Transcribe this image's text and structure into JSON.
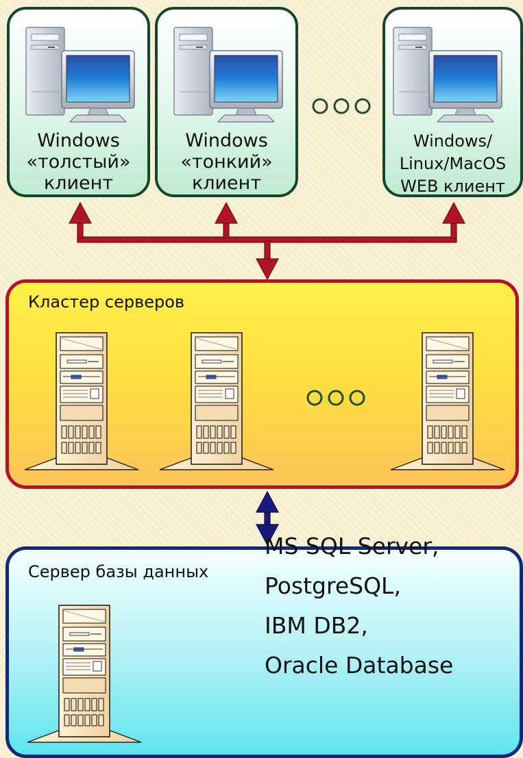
{
  "clients": [
    {
      "lines": [
        "Windows",
        "«толстый»",
        "клиент"
      ]
    },
    {
      "lines": [
        "Windows",
        "«тонкий»",
        "клиент"
      ]
    },
    {
      "lines": [
        "Windows/",
        "Linux/MacOS",
        "WEB клиент"
      ]
    }
  ],
  "cluster": {
    "title": "Кластер серверов"
  },
  "db_server": {
    "title": "Сервер базы данных",
    "products": [
      "MS SQL Server,",
      "PostgreSQL,",
      "IBM DB2,",
      "Oracle Database"
    ]
  },
  "colors": {
    "client_border": "#16462a",
    "cluster_border": "#b0142a",
    "db_border": "#102a78",
    "arrow_red": "#b0142a",
    "arrow_blue": "#1a1a7a"
  },
  "icons": [
    "desktop-pc-icon",
    "server-tower-icon",
    "ellipsis-dots-icon"
  ]
}
